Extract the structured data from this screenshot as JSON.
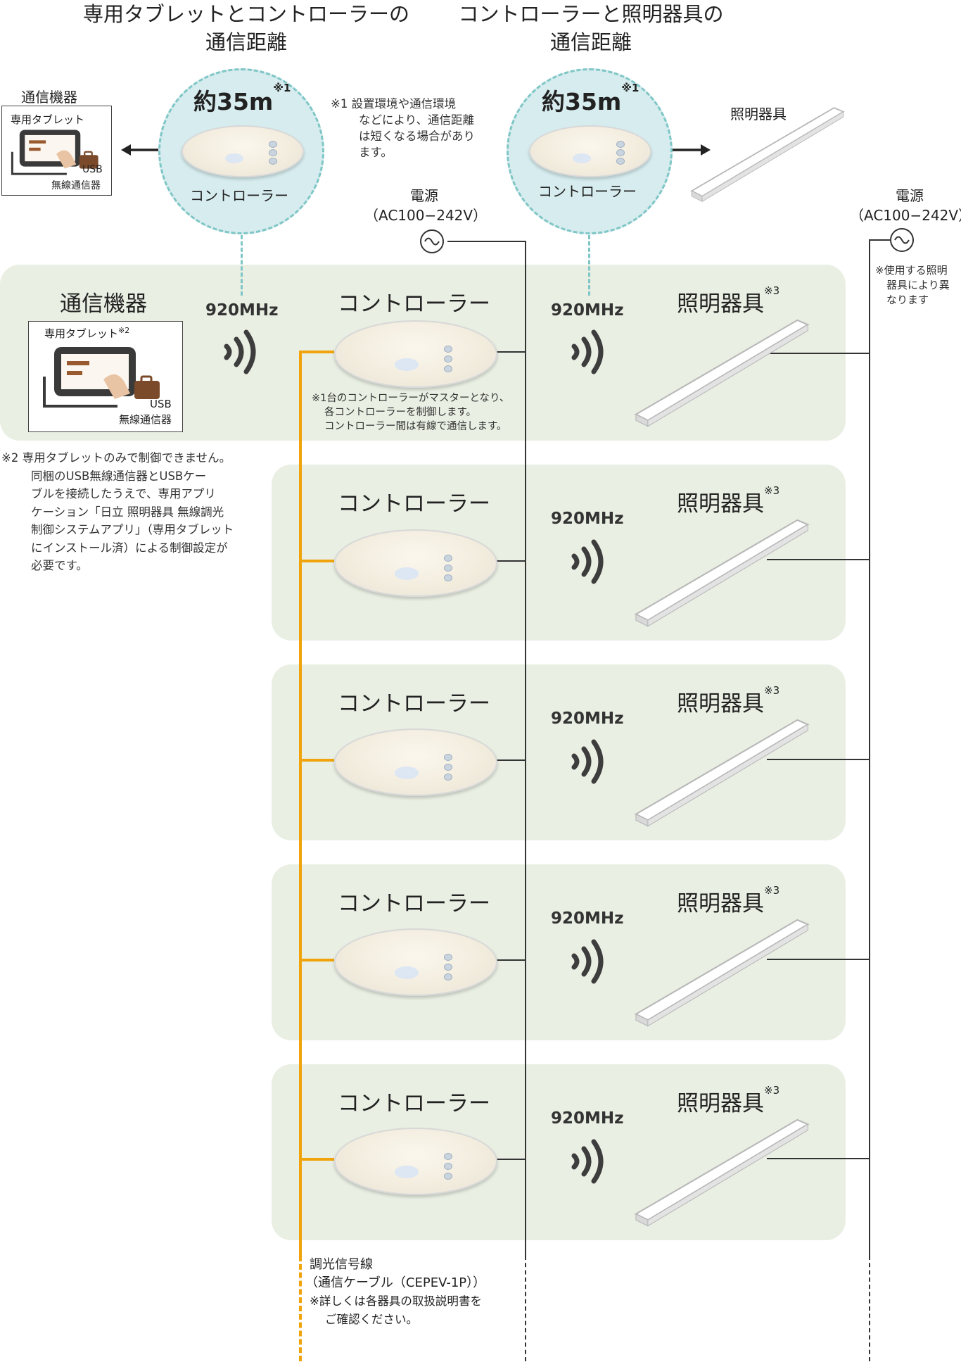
{
  "top": {
    "left_title_line1": "専用タブレットとコントローラーの",
    "left_title_line2": "通信距離",
    "right_title_line1": "コントローラーと照明器具の",
    "right_title_line2": "通信距離",
    "distance_value": "約35m",
    "distance_note": "※1",
    "controller_label": "コントローラー",
    "device_label": "通信機器",
    "tablet_label": "専用タブレット",
    "usb_label": "USB",
    "usb_device_label": "無線通信器",
    "fixture_label": "照明器具",
    "note1": [
      "※1 設置環境や通信環境",
      "などにより、通信距離",
      "は短くなる場合があり",
      "ます。"
    ]
  },
  "power": {
    "label": "電源",
    "spec": "（AC100−242V）",
    "note": [
      "※使用する照明",
      "器具により異",
      "なります"
    ]
  },
  "rows": [
    {
      "controller": "コントローラー",
      "mhz": "920MHz",
      "fixture": "照明器具",
      "fixture_note": "※3"
    },
    {
      "controller": "コントローラー",
      "mhz": "920MHz",
      "fixture": "照明器具",
      "fixture_note": "※3"
    },
    {
      "controller": "コントローラー",
      "mhz": "920MHz",
      "fixture": "照明器具",
      "fixture_note": "※3"
    },
    {
      "controller": "コントローラー",
      "mhz": "920MHz",
      "fixture": "照明器具",
      "fixture_note": "※3"
    },
    {
      "controller": "コントローラー",
      "mhz": "920MHz",
      "fixture": "照明器具",
      "fixture_note": "※3"
    }
  ],
  "first_row": {
    "device_title": "通信機器",
    "tablet_label": "専用タブレット",
    "tablet_note": "※2",
    "mhz": "920MHz",
    "usb_label": "USB",
    "usb_device_label": "無線通信器",
    "master_note": [
      "※1台のコントローラーがマスターとなり、",
      "各コントローラーを制御します。",
      "コントローラー間は有線で通信します。"
    ]
  },
  "note2": [
    "※2 専用タブレットのみで制御できません。",
    "同梱のUSB無線通信器とUSBケー",
    "ブルを接続したうえで、専用アプリ",
    "ケーション「日立 照明器具 無線調光",
    "制御システムアプリ」（専用タブレット",
    "にインストール済）による制御設定が",
    "必要です。"
  ],
  "signal_line": {
    "title": "調光信号線",
    "cable": "（通信ケーブル（CEPEV-1P））",
    "note1": "※詳しくは各器具の取扱説明書を",
    "note2": "ご確認ください。"
  },
  "colors": {
    "band": "#e9efe3",
    "signal": "#f0a30a",
    "range_circle": "#d6ecee",
    "range_border": "#7fc6c6",
    "wave": "#3d3d3d"
  }
}
